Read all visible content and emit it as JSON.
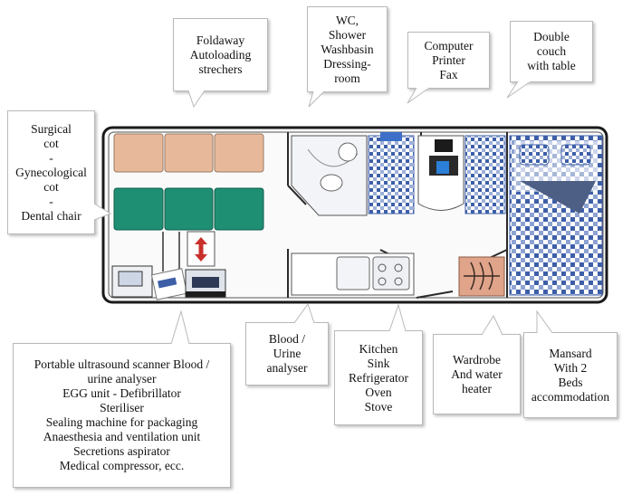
{
  "callouts": {
    "stretchers": [
      "Foldaway",
      "Autoloading",
      "strechers"
    ],
    "wc": [
      "WC,",
      "Shower",
      "Washbasin",
      "Dressing-",
      "room"
    ],
    "computer": [
      "Computer",
      "Printer",
      "Fax"
    ],
    "couch": [
      "Double",
      "couch",
      "with table"
    ],
    "surgical": [
      "Surgical",
      "cot",
      "-",
      "Gynecological",
      "cot",
      "-",
      "Dental chair"
    ],
    "equipment": [
      "Portable ultrasound scanner Blood /",
      "urine analyser",
      "EGG unit - Defibrillator",
      "Steriliser",
      "Sealing machine for packaging",
      "Anaesthesia and ventilation unit",
      "Secretions aspirator",
      "Medical compressor, ecc."
    ],
    "blood": [
      "Blood /",
      "Urine",
      "analyser"
    ],
    "kitchen": [
      "Kitchen",
      "Sink",
      "Refrigerator",
      "Oven",
      "Stove"
    ],
    "wardrobe": [
      "Wardrobe",
      "And water",
      "heater"
    ],
    "mansard": [
      "Mansard",
      "With 2",
      "Beds",
      "accommodation"
    ]
  },
  "colors": {
    "stretcher_top": "#e7b99a",
    "stretcher_bottom": "#1f8f74",
    "check_blue": "#3d5fa8",
    "wardrobe": "#e0a48a",
    "arrow_red": "#c8302b"
  }
}
